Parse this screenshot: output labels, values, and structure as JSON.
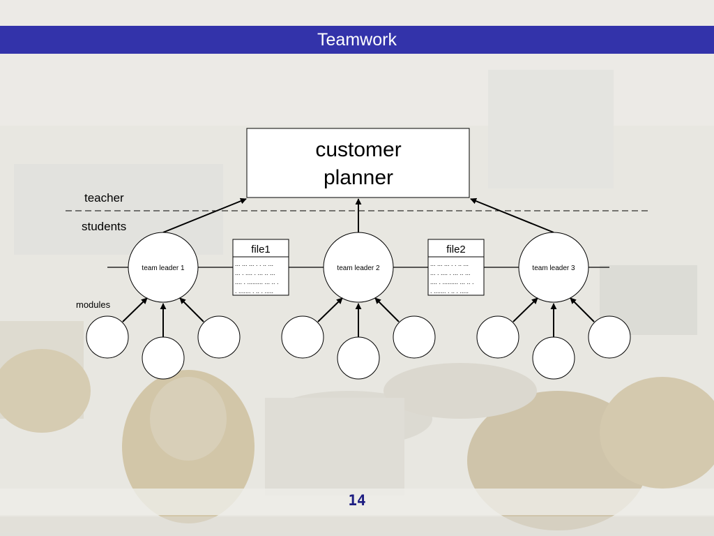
{
  "slide": {
    "title": "Teamwork",
    "page_number": "14"
  },
  "diagram": {
    "top_box": {
      "line1": "customer",
      "line2": "planner"
    },
    "divider_labels": {
      "upper": "teacher",
      "lower": "students"
    },
    "modules_label": "modules",
    "team_leaders": [
      "team leader 1",
      "team leader 2",
      "team leader 3"
    ],
    "files": [
      {
        "label": "file1",
        "lines": [
          "... ... ... . . .. ...",
          "... . .... . ... .. ...",
          ".... . ......... ... .. .",
          ". ....... . .. . ....."
        ]
      },
      {
        "label": "file2",
        "lines": [
          "... ... ... . . .. ...",
          "... . .... . ... .. ...",
          ".... . ......... ... .. .",
          ". ....... . .. . ....."
        ]
      }
    ]
  },
  "colors": {
    "title_bar": "#3333aa",
    "title_text": "#ffffff",
    "page_number": "#1e1e82",
    "lines": "#000000"
  }
}
